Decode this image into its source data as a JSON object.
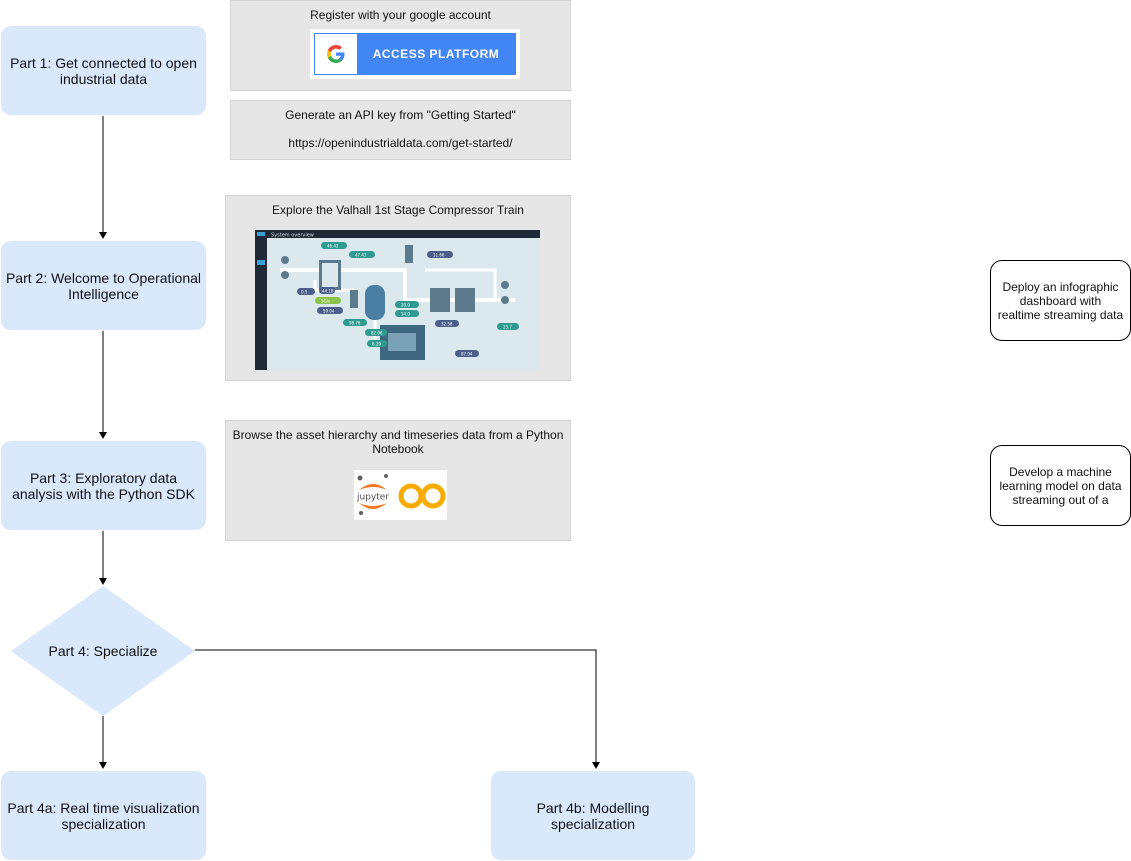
{
  "steps": {
    "part1": "Part 1: Get connected to open industrial data",
    "part2": "Part 2: Welcome to Operational Intelligence",
    "part3": "Part 3: Exploratory data analysis with the Python SDK",
    "part4": "Part 4: Specialize",
    "part4a": "Part 4a: Real time visualization specialization",
    "part4b": "Part 4b: Modelling specialization"
  },
  "panels": {
    "register": {
      "text": "Register with your google account",
      "button_label": "ACCESS PLATFORM"
    },
    "api_key": {
      "line1": "Generate an API key from \"Getting Started\"",
      "line2": "https://openindustrialdata.com/get-started/"
    },
    "explore": {
      "text": "Explore the Valhall 1st Stage Compressor Train",
      "screenshot": {
        "header": "System overview",
        "values": [
          "46.42",
          "47.43",
          "11.66",
          "5G/s",
          "0.5",
          "59.04",
          "44.18",
          "20.0",
          "98.76",
          "54.0",
          "32.58",
          "82.06",
          "23.7",
          "87.04",
          "6.29"
        ]
      }
    },
    "notebook": {
      "text": "Browse the asset hierarchy and timeseries data from a Python Notebook",
      "jupyter_label": "jupyter",
      "colab_label": "CO"
    }
  },
  "side_notes": {
    "dashboard": "Deploy an infographic dashboard with realtime streaming data",
    "ml": "Develop a machine learning model on data streaming out of a"
  },
  "colors": {
    "step_fill": "#dae8fc",
    "panel_fill": "#e6e6e6",
    "google_blue": "#4285f4",
    "jupyter_orange": "#f37726",
    "colab_yellow": "#f9ab00",
    "screenshot_bg": "#dbe9ee",
    "screenshot_bar": "#1f2a36"
  }
}
